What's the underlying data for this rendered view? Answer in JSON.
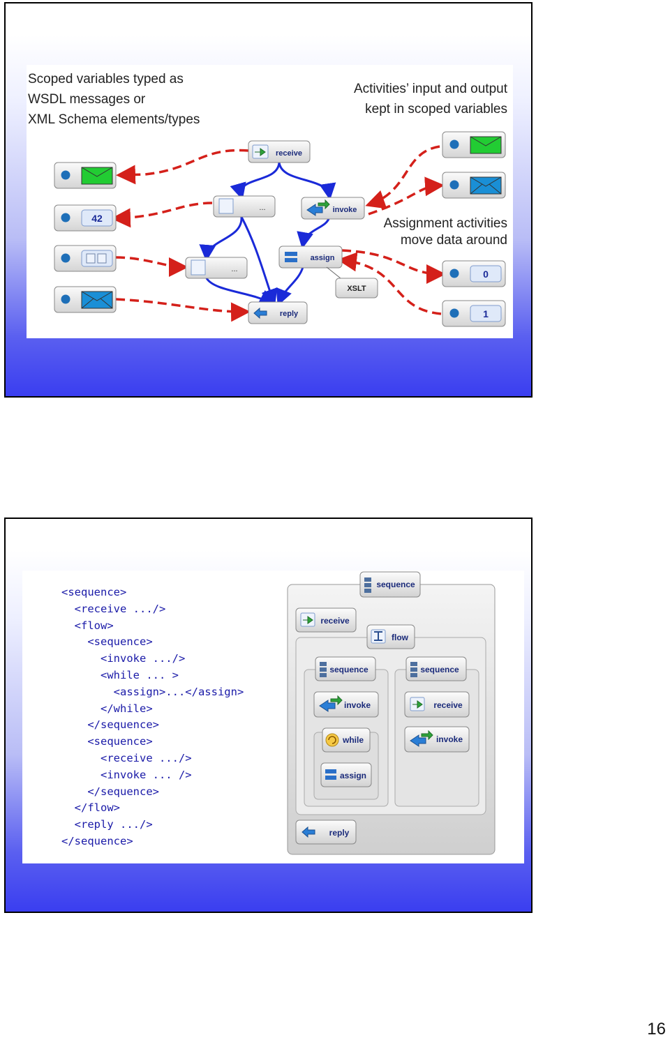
{
  "slide1": {
    "caption_left": [
      "Scoped variables typed as",
      "WSDL messages or",
      "XML Schema elements/types"
    ],
    "caption_right": [
      "Activities’ input and output",
      "kept in scoped variables"
    ],
    "caption_assign": [
      "Assignment activities",
      "move data around"
    ],
    "activities": {
      "receive": "receive",
      "invoke": "invoke",
      "assign": "assign",
      "reply": "reply",
      "ellipsis_a": "...",
      "ellipsis_b": "...",
      "xslt": "XSLT"
    },
    "variable_values": {
      "v42": "42",
      "v0": "0",
      "v1": "1"
    },
    "colors": {
      "arrow": "#d4201a",
      "flow": "#1a2ad8",
      "envelope_green": "#22cc33",
      "envelope_blue": "#1a8fd6"
    }
  },
  "slide2": {
    "code": [
      "<sequence>",
      "  <receive .../>",
      "  <flow>",
      "    <sequence>",
      "      <invoke .../>",
      "      <while ... >",
      "        <assign>...</assign>",
      "      </while>",
      "    </sequence>",
      "    <sequence>",
      "      <receive .../>",
      "      <invoke ... />",
      "    </sequence>",
      "  </flow>",
      "  <reply .../>",
      "</sequence>"
    ],
    "blocks": {
      "sequence_outer": "sequence",
      "receive": "receive",
      "flow": "flow",
      "sequence_left": "sequence",
      "sequence_right": "sequence",
      "invoke_left": "invoke",
      "while": "while",
      "assign": "assign",
      "receive_right": "receive",
      "invoke_right": "invoke",
      "reply": "reply"
    }
  },
  "page_number": "16"
}
